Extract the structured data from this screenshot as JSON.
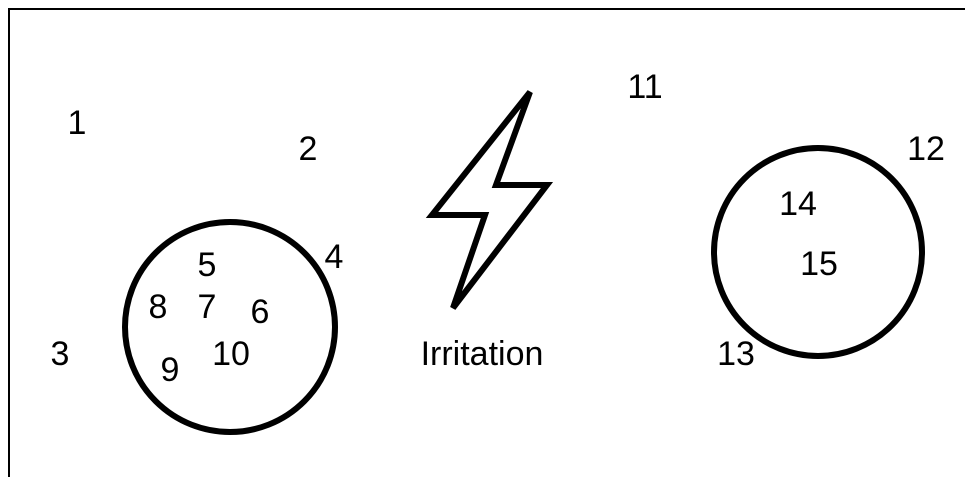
{
  "diagram": {
    "caption": "Irritation",
    "icon": "lightning-bolt-icon",
    "labels": {
      "n1": "1",
      "n2": "2",
      "n3": "3",
      "n4": "4",
      "n5": "5",
      "n6": "6",
      "n7": "7",
      "n8": "8",
      "n9": "9",
      "n10": "10",
      "n11": "11",
      "n12": "12",
      "n13": "13",
      "n14": "14",
      "n15": "15"
    },
    "colors": {
      "stroke": "#000000",
      "background": "#ffffff"
    }
  }
}
